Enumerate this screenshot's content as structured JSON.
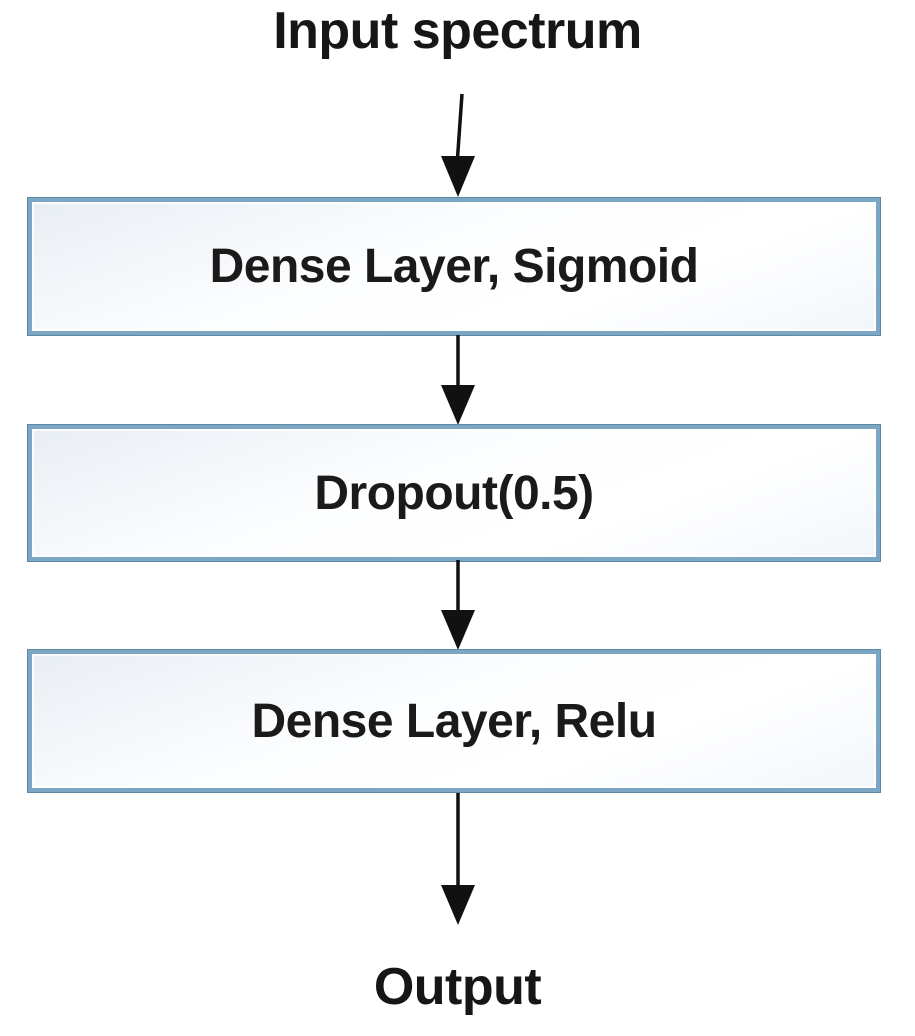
{
  "diagram": {
    "title": "Input spectrum",
    "output_label": "Output",
    "nodes": [
      {
        "id": "dense-sigmoid",
        "label": "Dense Layer, Sigmoid"
      },
      {
        "id": "dropout",
        "label": "Dropout(0.5)"
      },
      {
        "id": "dense-relu",
        "label": "Dense Layer, Relu"
      }
    ],
    "edges": [
      {
        "from": "input-spectrum",
        "to": "dense-sigmoid"
      },
      {
        "from": "dense-sigmoid",
        "to": "dropout"
      },
      {
        "from": "dropout",
        "to": "dense-relu"
      },
      {
        "from": "dense-relu",
        "to": "output"
      }
    ],
    "colors": {
      "box_border": "#7ba6c4",
      "box_border_outer": "#5f88a6",
      "box_fill_top": "#e9eef4",
      "box_fill_bottom": "#f2f6fa",
      "arrow": "#111111",
      "text": "#1a1a1a",
      "background": "#ffffff"
    }
  }
}
